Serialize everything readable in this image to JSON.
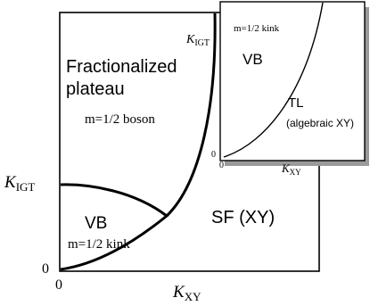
{
  "main_diagram": {
    "axes": {
      "x_label_main": "K",
      "x_label_sub": "XY",
      "y_label_main": "K",
      "y_label_sub": "IGT",
      "x_origin": "0",
      "y_origin": "0",
      "top_axis_label_main": "K",
      "top_axis_label_sub": "IGT"
    },
    "regions": {
      "fractionalized_line1": "Fractionalized",
      "fractionalized_line2": "plateau",
      "fractionalized_sub": "m=1/2 boson",
      "vb_label": "VB",
      "vb_sub": "m=1/2 kink",
      "sf_label": "SF (XY)"
    }
  },
  "inset": {
    "top_label": "m=1/2 kink",
    "vb_label": "VB",
    "tl_label": "TL",
    "tl_sub": "(algebraic XY)",
    "origin_y": "0",
    "origin_x": "0",
    "x_label_main": "K",
    "x_label_sub": "XY"
  }
}
